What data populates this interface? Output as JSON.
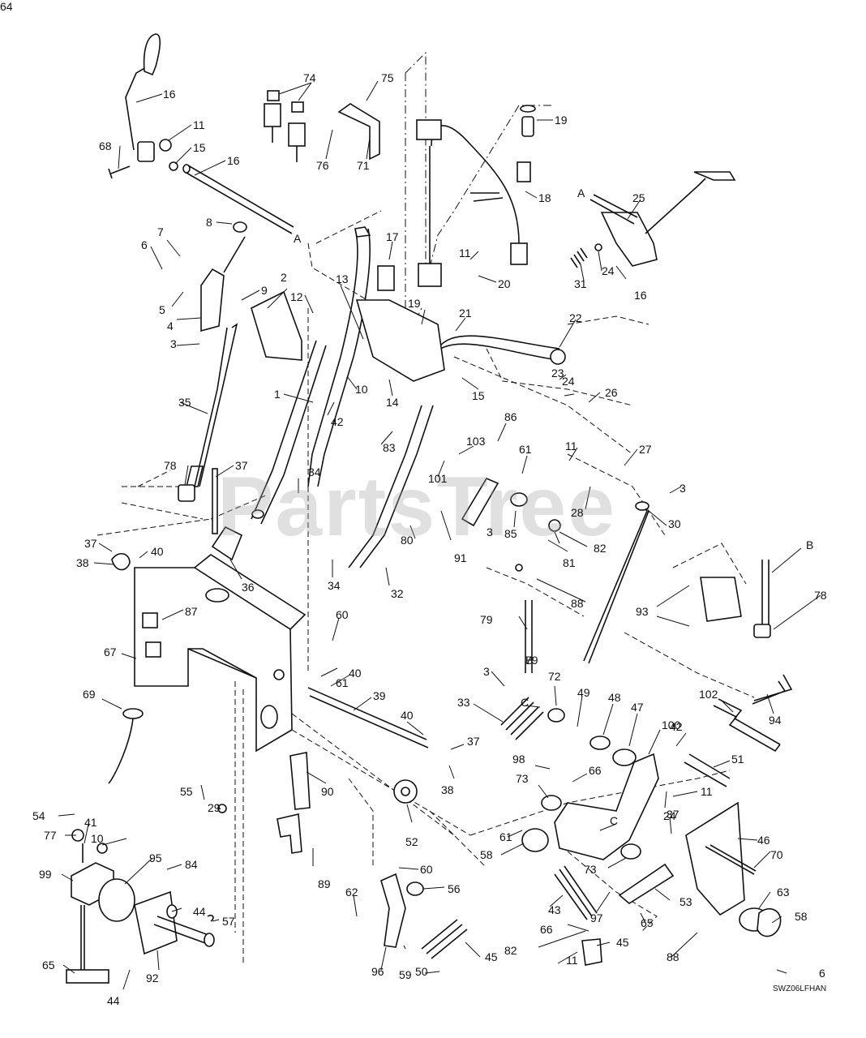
{
  "diagram": {
    "watermark": "PartsTree",
    "drawing_code": "SWZ06LFHAN",
    "labels": [
      "16",
      "11",
      "68",
      "15",
      "16",
      "74",
      "75",
      "76",
      "71",
      "19",
      "18",
      "25",
      "A",
      "16",
      "24",
      "31",
      "8",
      "7",
      "6",
      "5",
      "4",
      "A",
      "9",
      "2",
      "12",
      "13",
      "17",
      "11",
      "20",
      "19",
      "21",
      "22",
      "3",
      "35",
      "1",
      "10",
      "14",
      "42",
      "15",
      "23",
      "24",
      "26",
      "83",
      "86",
      "103",
      "101",
      "61",
      "11",
      "27",
      "78",
      "37",
      "34",
      "28",
      "3",
      "3",
      "80",
      "85",
      "82",
      "30",
      "37",
      "40",
      "38",
      "36",
      "34",
      "32",
      "91",
      "81",
      "88",
      "79",
      "B",
      "67",
      "87",
      "60",
      "93",
      "78",
      "61",
      "40",
      "79",
      "B",
      "69",
      "39",
      "3",
      "72",
      "49",
      "48",
      "47",
      "102",
      "94",
      "33",
      "40",
      "C",
      "37",
      "42",
      "51",
      "98",
      "66",
      "38",
      "90",
      "73",
      "100",
      "55",
      "29",
      "11",
      "24",
      "54",
      "41",
      "10",
      "52",
      "37",
      "77",
      "95",
      "84",
      "99",
      "61",
      "58",
      "C",
      "46",
      "70",
      "73",
      "60",
      "56",
      "62",
      "89",
      "44",
      "57",
      "53",
      "63",
      "58",
      "43",
      "97",
      "66",
      "65",
      "82",
      "45",
      "88",
      "65",
      "92",
      "96",
      "59",
      "45",
      "50",
      "11",
      "6",
      "44",
      "64"
    ]
  }
}
